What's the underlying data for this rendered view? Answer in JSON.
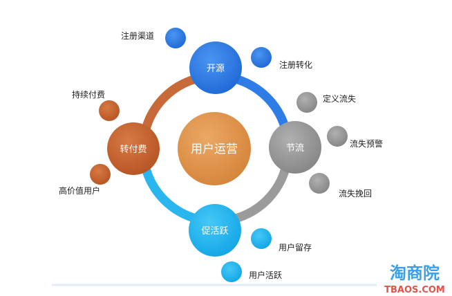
{
  "center": {
    "label": "用户运营",
    "color": "#df9247"
  },
  "nodes": [
    {
      "label": "开源",
      "color": "#2f7ee8"
    },
    {
      "label": "节流",
      "color": "#9a9a9a"
    },
    {
      "label": "促活跃",
      "color": "#22b4ee"
    },
    {
      "label": "转付费",
      "color": "#c9642e"
    }
  ],
  "satellites": [
    {
      "label": "注册渠道"
    },
    {
      "label": "注册转化"
    },
    {
      "label": "定义流失"
    },
    {
      "label": "流失预警"
    },
    {
      "label": "流失挽回"
    },
    {
      "label": "用户留存"
    },
    {
      "label": "用户活跃"
    },
    {
      "label": "持续付费"
    },
    {
      "label": "高价值用户"
    }
  ],
  "watermark": {
    "title": "淘商院",
    "subtitle": "TBAOS.COM"
  }
}
